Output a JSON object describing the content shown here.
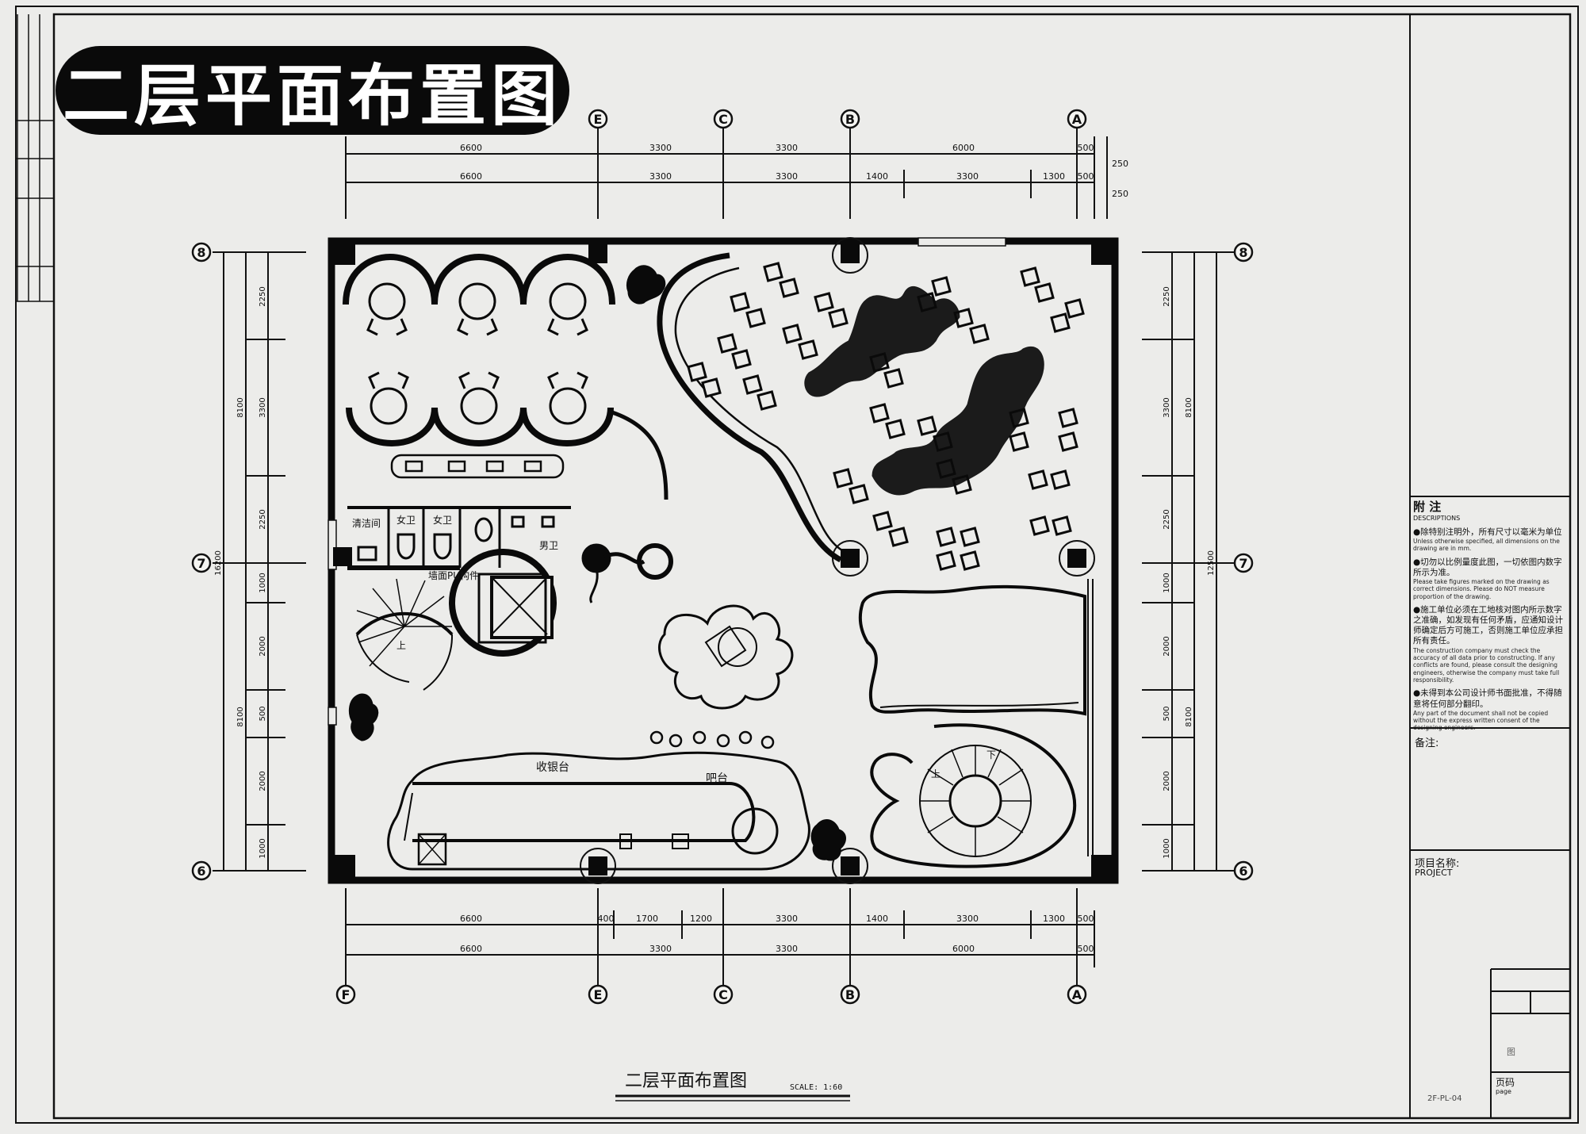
{
  "title_badge": "二层平面布置图",
  "grid_axes": {
    "top": [
      "E",
      "C",
      "B",
      "A"
    ],
    "bottom": [
      "F",
      "E",
      "C",
      "B",
      "A"
    ],
    "left": [
      "8",
      "7",
      "6"
    ],
    "right": [
      "8",
      "7",
      "6"
    ]
  },
  "dims": {
    "top_row1": [
      "6600",
      "3300",
      "3300",
      "6000",
      "500"
    ],
    "top_row2": [
      "6600",
      "3300",
      "3300",
      "1400",
      "3300",
      "1300",
      "500"
    ],
    "top_right": [
      "250",
      "250"
    ],
    "bottom_row1": [
      "6600",
      "400",
      "1700",
      "1200",
      "3300",
      "1400",
      "3300",
      "1300",
      "500"
    ],
    "bottom_row2": [
      "6600",
      "3300",
      "3300",
      "6000",
      "500"
    ],
    "left_outer": [
      "2250",
      "3300",
      "2250",
      "1000",
      "2000",
      "500",
      "2000",
      "1000"
    ],
    "left_mid": [
      "8100",
      "8100"
    ],
    "left_total": "16200",
    "right_outer": [
      "2250",
      "3300",
      "2250",
      "1000",
      "2000",
      "500",
      "2000",
      "1000"
    ],
    "right_mid": [
      "8100",
      "8100"
    ],
    "right_total": "12500"
  },
  "room_labels": {
    "cleaning": "清洁间",
    "female1": "女卫",
    "female2": "女卫",
    "male": "男卫",
    "elevator_wall": "墙面PU构件",
    "cashier": "收银台",
    "bar": "吧台",
    "stair_up_left": "上",
    "stair_up_right": "上",
    "stair_down": "下"
  },
  "footer": {
    "title": "二层平面布置图",
    "scale": "SCALE: 1:60"
  },
  "descriptions": {
    "heading": "附 注",
    "heading_en": "DESCRIPTIONS",
    "items": [
      {
        "zh": "●除特别注明外，所有尺寸以毫米为单位",
        "en": "Unless otherwise specified, all dimensions on the drawing are in mm."
      },
      {
        "zh": "●切勿以比例量度此图，一切依图内数字所示为准。",
        "en": "Please take figures marked on the drawing as correct dimensions. Please do NOT measure proportion of the drawing."
      },
      {
        "zh": "●施工单位必须在工地核对图内所示数字之准确，如发现有任何矛盾，应通知设计师确定后方可施工，否则施工单位应承担所有责任。",
        "en": "The construction company must check the accuracy of all data prior to constructing. If any conflicts are found, please consult the designing engineers, otherwise the company must take full responsibility."
      },
      {
        "zh": "●未得到本公司设计师书面批准，不得随意将任何部分翻印。",
        "en": "Any part of the document shall not be copied without the express written consent of the designing engineers."
      }
    ]
  },
  "title_block": {
    "remarks": "备注:",
    "project_zh": "项目名称:",
    "project_en": "PROJECT",
    "drawing": "图",
    "page_zh": "页码",
    "page_en": "page",
    "page_no": "2F-PL-04"
  }
}
